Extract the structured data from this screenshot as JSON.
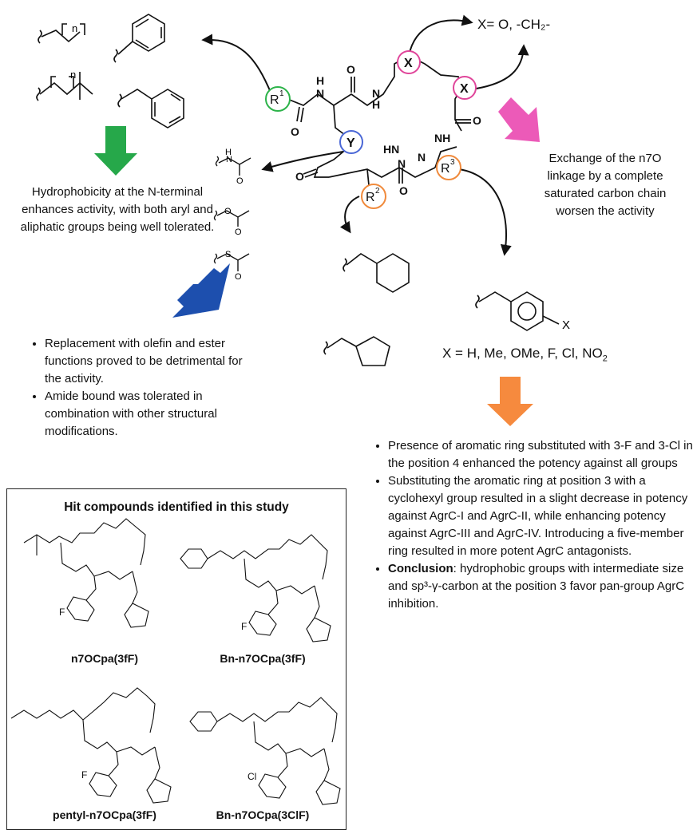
{
  "top_right_label": "X= O, -CH₂-",
  "n_label": "n",
  "n_label_2": "n",
  "core": {
    "r1": "R",
    "r1_sup": "1",
    "r2": "R",
    "r2_sup": "2",
    "r3": "R",
    "r3_sup": "3",
    "y": "Y",
    "x": "X",
    "atoms": {
      "h": "H",
      "n": "N",
      "o": "O",
      "nh": "NH",
      "hn": "HN"
    }
  },
  "hydrophobicity_text": "Hydrophobicity at the N-terminal enhances activity, with both aryl and aliphatic groups being well tolerated.",
  "linkage_text": "Exchange of the n7O linkage by a complete saturated carbon chain worsen the activity",
  "y_replacement_bullets": [
    "Replacement with olefin and ester functions proved to be detrimental for the activity.",
    "Amide bound was tolerated in combination with other structural modifications."
  ],
  "x_substituents_text": "X = H, Me, OMe, F, Cl, NO",
  "x_substituents_sub": "2",
  "benzyl_x_label": "X",
  "r3_bullets": {
    "b1": "Presence of aromatic ring substituted with 3-F and 3-Cl in the position 4 enhanced the potency against all groups",
    "b2": "Substituting the aromatic ring at position 3 with a cyclohexyl group resulted in a slight decrease in potency against AgrC-I and AgrC-II, while enhancing potency against AgrC-III and AgrC-IV. Introducing a five-member ring resulted in more potent AgrC antagonists.",
    "b3_bold": "Conclusion",
    "b3_rest": ": hydrophobic groups with intermediate size and sp³-γ-carbon at the position 3 favor pan-group AgrC inhibition."
  },
  "hit_box": {
    "title": "Hit compounds identified in this study",
    "compounds": [
      "n7OCpa(3fF)",
      "Bn-n7OCpa(3fF)",
      "pentyl-n7OCpa(3fF)",
      "Bn-n7OCpa(3ClF)"
    ],
    "halogens": [
      "F",
      "F",
      "F",
      "Cl"
    ]
  },
  "colors": {
    "r1_circle": "#2db34a",
    "y_circle": "#4a67d6",
    "x_circle": "#e0459a",
    "r_orange": "#f08a3c",
    "green_arrow": "#26a84a",
    "blue_arrow": "#1d4fae",
    "pink_arrow": "#ec5ab8",
    "orange_arrow": "#f68a3e"
  }
}
